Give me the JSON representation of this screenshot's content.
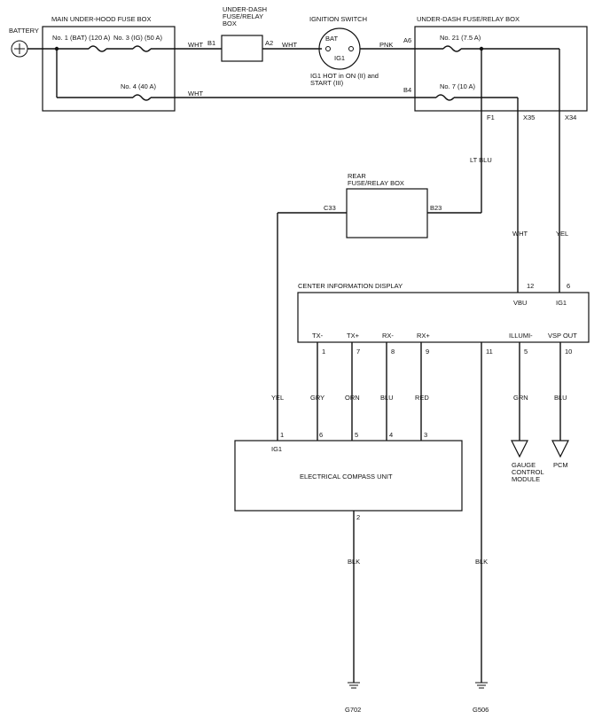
{
  "battery": {
    "label": "BATTERY"
  },
  "main_fuse_box": {
    "title": "MAIN UNDER-HOOD FUSE BOX",
    "fuse1": "No. 1 (BAT) (120 A)",
    "fuse3": "No. 3 (IG) (50 A)",
    "fuse4": "No. 4 (40 A)"
  },
  "underdash_small": {
    "title_line1": "UNDER-DASH",
    "title_line2": "FUSE/RELAY",
    "title_line3": "BOX",
    "pin_in": "B1",
    "pin_out": "A2"
  },
  "ignition_switch": {
    "title": "IGNITION SWITCH",
    "bat": "BAT",
    "ig1": "IG1",
    "note_line1": "IG1 HOT in ON (II) and",
    "note_line2": "START (III)"
  },
  "underdash_box": {
    "title": "UNDER-DASH FUSE/RELAY BOX",
    "fuse21": "No. 21 (7.5 A)",
    "fuse7": "No. 7 (10 A)",
    "pin_a6": "A6",
    "pin_b4": "B4",
    "pin_f1": "F1",
    "pin_x35": "X35",
    "pin_x34": "X34"
  },
  "rear_box": {
    "title_line1": "REAR",
    "title_line2": "FUSE/RELAY BOX",
    "pin_c33": "C33",
    "pin_b23": "B23"
  },
  "cid": {
    "title": "CENTER INFORMATION DISPLAY",
    "pin_vbu_num": "12",
    "pin_vbu": "VBU",
    "pin_ig1_num": "6",
    "pin_ig1": "IG1",
    "tx_minus": "TX-",
    "tx_plus": "TX+",
    "rx_minus": "RX-",
    "rx_plus": "RX+",
    "illumi": "ILLUMI-",
    "vsp_out": "VSP OUT",
    "n1": "1",
    "n7": "7",
    "n8": "8",
    "n9": "9",
    "n11": "11",
    "n5": "5",
    "n10": "10"
  },
  "ecu": {
    "title": "ELECTRICAL COMPASS UNIT",
    "pin_ig1": "IG1",
    "p1": "1",
    "p6": "6",
    "p5": "5",
    "p4": "4",
    "p3": "3",
    "p2": "2"
  },
  "wires": {
    "wht1": "WHT",
    "wht2": "WHT",
    "pnk": "PNK",
    "wht3": "WHT",
    "lt_blu": "LT BLU",
    "wht4": "WHT",
    "yel1": "YEL",
    "yel2": "YEL",
    "gry": "GRY",
    "orn": "ORN",
    "blu1": "BLU",
    "red": "RED",
    "grn": "GRN",
    "blu2": "BLU",
    "blk1": "BLK",
    "blk2": "BLK"
  },
  "destinations": {
    "gauge_line1": "GAUGE",
    "gauge_line2": "CONTROL",
    "gauge_line3": "MODULE",
    "pcm": "PCM"
  },
  "grounds": {
    "g702": "G702",
    "g506": "G506"
  }
}
